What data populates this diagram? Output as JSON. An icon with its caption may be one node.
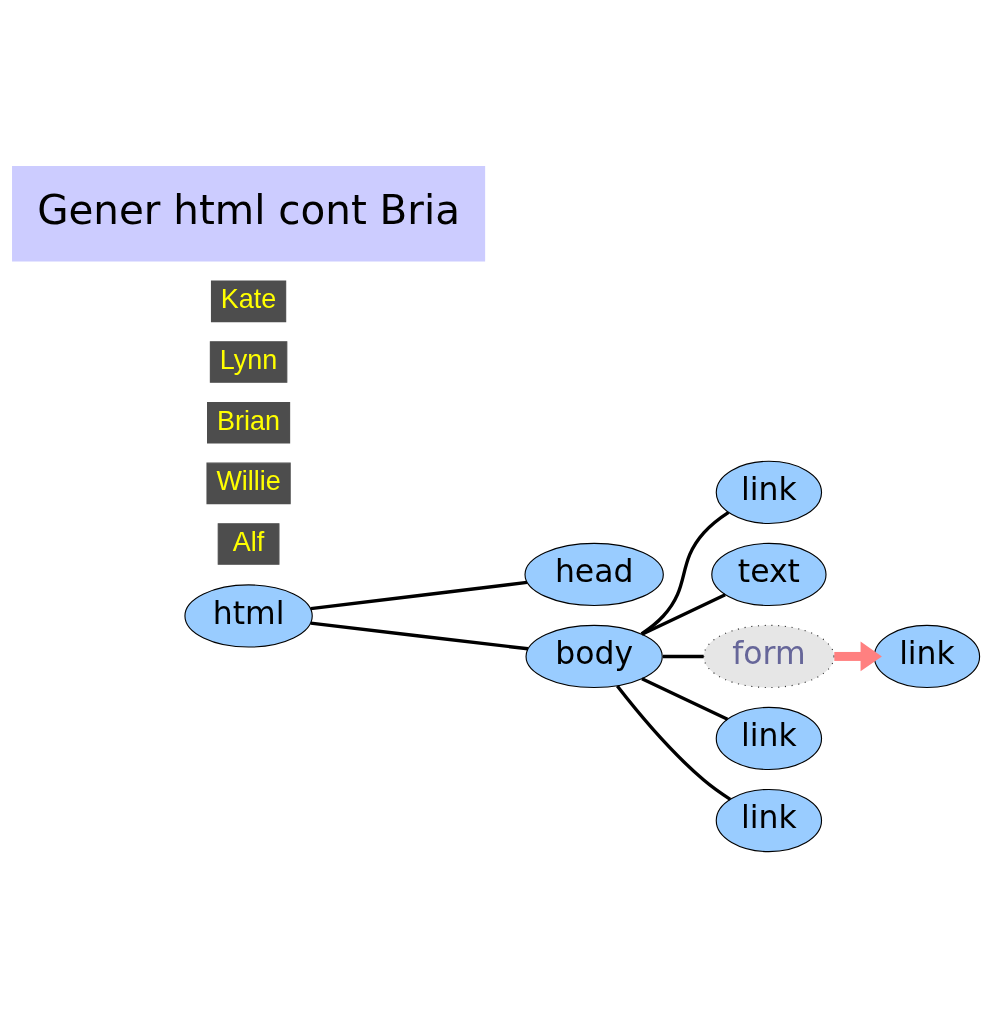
{
  "diagram": {
    "nodes": [
      {
        "text": [
          "html"
        ]
      },
      {
        "text": [
          "head"
        ]
      },
      {
        "text": [
          "body"
        ]
      },
      {
        "text": [
          "link"
        ]
      },
      {
        "text": [
          "Alf"
        ]
      },
      {
        "text": [
          "text"
        ]
      },
      {
        "text": [
          "Willie"
        ]
      },
      {
        "text": [
          "form"
        ]
      },
      {
        "text": [
          "link"
        ]
      },
      {
        "text": [
          "Brian"
        ]
      },
      {
        "text": [
          "link"
        ]
      },
      {
        "text": [
          "Lynn"
        ]
      },
      {
        "text": [
          "link"
        ]
      },
      {
        "text": [
          "Kate"
        ]
      },
      {
        "text": [
          "Gener html cont Bria"
        ]
      }
    ],
    "edges": [
      {
        "from": 0,
        "to": 1,
        "arrow": "none"
      },
      {
        "from": 0,
        "to": 2,
        "arrow": "none"
      },
      {
        "from": 2,
        "to": 3,
        "arrow": "none"
      },
      {
        "from": 2,
        "to": 5,
        "arrow": "none"
      },
      {
        "from": 2,
        "to": 7,
        "arrow": "none"
      },
      {
        "from": 2,
        "to": 10,
        "arrow": "none"
      },
      {
        "from": 2,
        "to": 12,
        "arrow": "none"
      },
      {
        "from": 7,
        "to": 8,
        "arrow": "to",
        "style": "thick",
        "color": "#ff8080"
      }
    ]
  }
}
